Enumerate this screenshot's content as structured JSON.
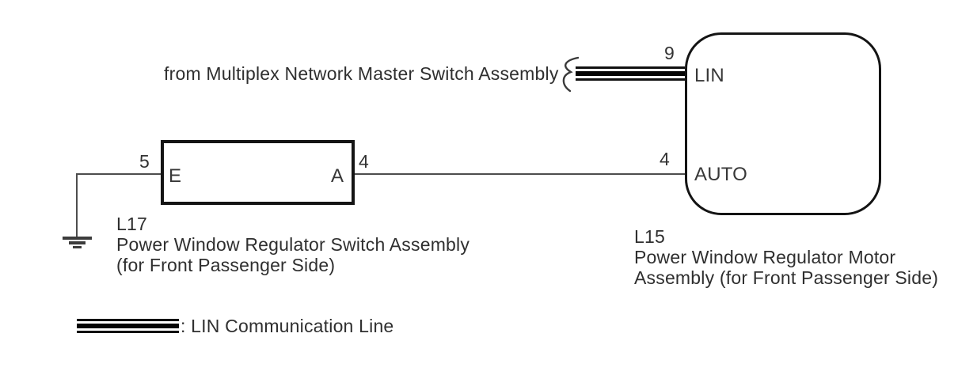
{
  "source": {
    "label": "from Multiplex Network Master Switch Assembly"
  },
  "switch_assembly": {
    "code": "L17",
    "name_line1": "Power Window Regulator Switch Assembly",
    "name_line2": "(for Front Passenger Side)",
    "pin_left_number": "5",
    "pin_left_terminal": "E",
    "pin_right_number": "4",
    "pin_right_terminal": "A"
  },
  "motor_assembly": {
    "code": "L15",
    "name_line1": "Power Window Regulator Motor",
    "name_line2": "Assembly (for Front Passenger Side)",
    "pin_lin_number": "9",
    "pin_lin_terminal": "LIN",
    "pin_auto_number": "4",
    "pin_auto_terminal": "AUTO"
  },
  "legend": {
    "lin_label": ": LIN Communication Line"
  },
  "icons": {
    "wire_break": "wire-break-icon",
    "ground": "ground-icon"
  },
  "colors": {
    "line_black": "#141414",
    "wire_gray": "#4d4d4d",
    "background": "#ffffff"
  }
}
